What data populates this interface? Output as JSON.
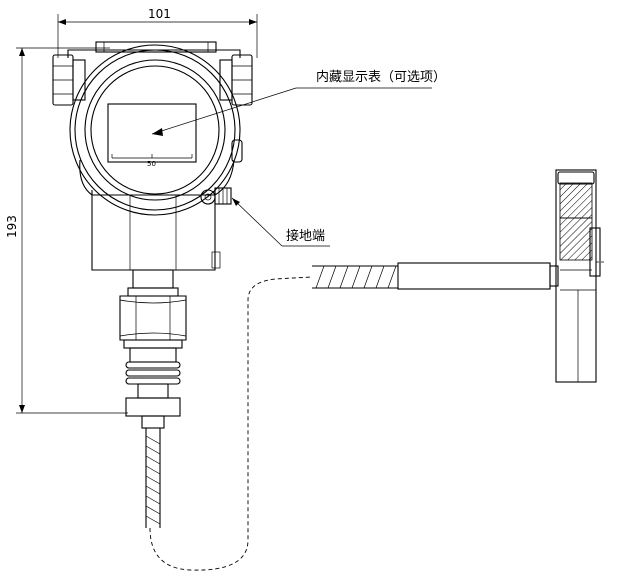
{
  "dimensions": {
    "width_label": "101",
    "height_label": "193",
    "display_scale_label": "50"
  },
  "callouts": {
    "display": "内藏显示表（可选项）",
    "ground": "接地端"
  }
}
